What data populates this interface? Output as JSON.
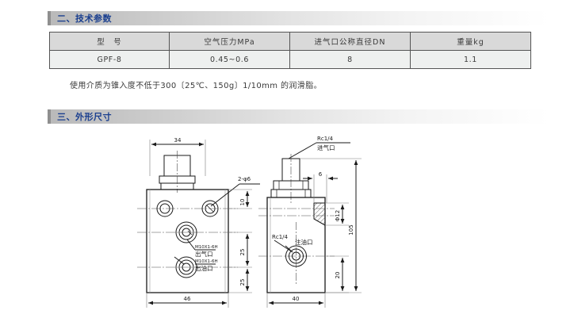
{
  "sections": [
    {
      "id": "sec1",
      "title": "二、技术参数"
    },
    {
      "id": "sec2",
      "title": "三、外形尺寸"
    }
  ],
  "spec_table": {
    "headers": [
      "型　号",
      "空气压力MPa",
      "进气口公称直径DN",
      "重量kg"
    ],
    "rows": [
      [
        "GPF-8",
        "0.45~0.6",
        "8",
        "1.1"
      ]
    ]
  },
  "note": "使用介质为锥入度不低于300〔25℃、150g〕1/10mm 的润滑脂。",
  "drawing": {
    "front_view": {
      "dim_top_width": "34",
      "dim_bottom_width": "46",
      "hole_callout": "2-φ6",
      "dim_hole_offset": "10",
      "dim_mid_1": "25",
      "dim_mid_2": "25",
      "port_air_thread": "M10X1-6H",
      "port_air_label": "出气口",
      "port_oil_thread": "M10X1-6H",
      "port_oil_label": "出油口"
    },
    "side_view": {
      "inlet_thread": "Rc1/4",
      "inlet_label": "进气口",
      "dim_overall_height": "105",
      "dim_bottom_width": "40",
      "dim_small_width": "6",
      "dim_diameter": "Φ12",
      "dim_bottom_height": "20",
      "fill_thread": "Rc1/4",
      "fill_label": "注油口"
    }
  }
}
